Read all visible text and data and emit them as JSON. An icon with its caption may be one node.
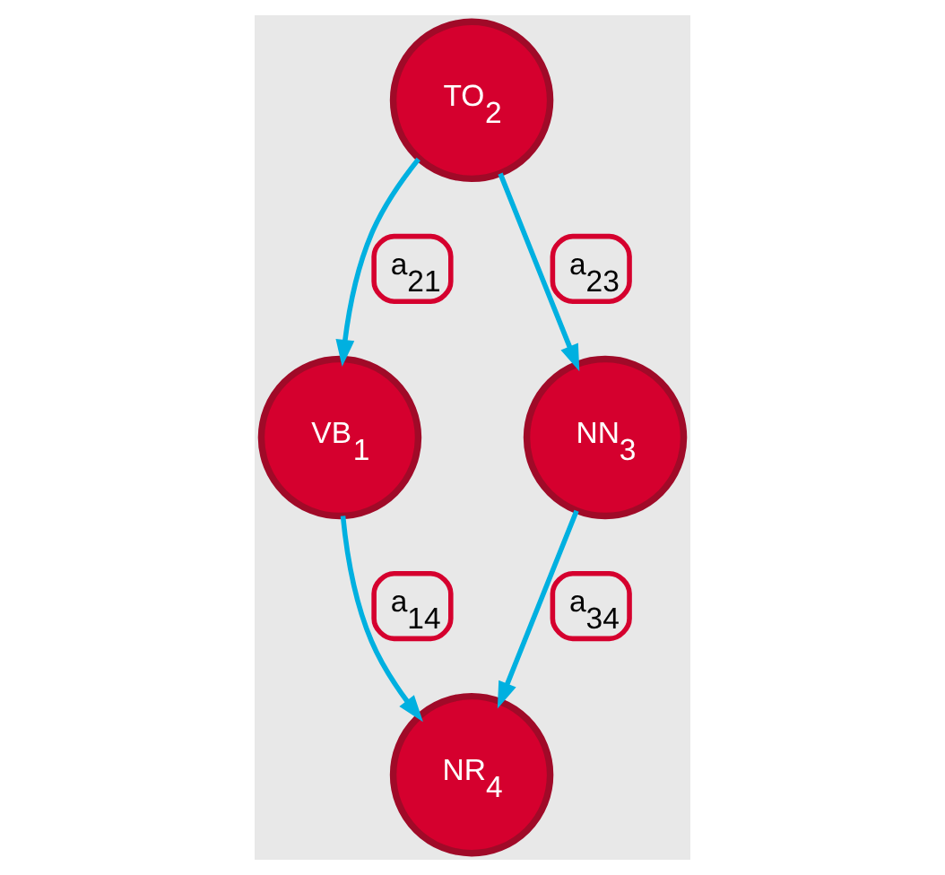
{
  "diagram": {
    "nodes": [
      {
        "text": [
          "TO$_{2}$"
        ]
      },
      {
        "text": [
          "VB$_{1}$"
        ]
      },
      {
        "text": [
          "NN$_{3}$"
        ]
      },
      {
        "text": [
          "NR$_{4}$"
        ]
      }
    ],
    "edges": [
      {
        "from": 0,
        "to": 1,
        "arrow": "to",
        "label": "a$_{21}$"
      },
      {
        "from": 0,
        "to": 2,
        "arrow": "to",
        "label": "a$_{23}$"
      },
      {
        "from": 2,
        "to": 3,
        "arrow": "to",
        "label": "a$_{34}$"
      },
      {
        "from": 1,
        "to": 3,
        "arrow": "to",
        "label": "a$_{14}$"
      }
    ]
  }
}
